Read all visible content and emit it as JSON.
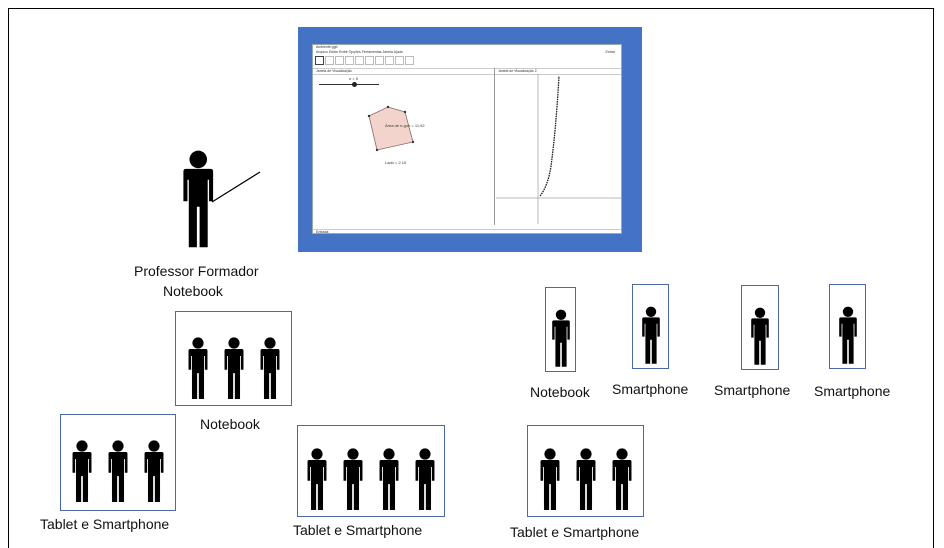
{
  "professor": {
    "line1": "Professor Formador",
    "line2": "Notebook"
  },
  "groups": [
    {
      "label": "Notebook",
      "count": 3
    },
    {
      "label": "Tablet e Smartphone",
      "count": 3
    },
    {
      "label": "Tablet e Smartphone",
      "count": 4
    },
    {
      "label": "Tablet e Smartphone",
      "count": 3
    }
  ],
  "singles": [
    {
      "label": "Notebook"
    },
    {
      "label": "Smartphone"
    },
    {
      "label": "Smartphone"
    },
    {
      "label": "Smartphone"
    }
  ],
  "screen": {
    "window_title": "Ambiente.ggb",
    "menu": "Arquivo  Editar  Exibir  Opções  Ferramentas  Janela  Ajuda",
    "panel_left": "Janela de Visualização",
    "panel_right": "Janela de Visualização 2",
    "slider_label": "n = 5",
    "area_label": "Área de n-gon = 11.92",
    "side_label": "Lado = 2.10",
    "input_label": "Entrada:",
    "login": "Entrar",
    "colors": {
      "frame": "#4472c4",
      "polygon_fill": "#f2d4cc",
      "polygon_stroke": "#8b6b63"
    }
  }
}
